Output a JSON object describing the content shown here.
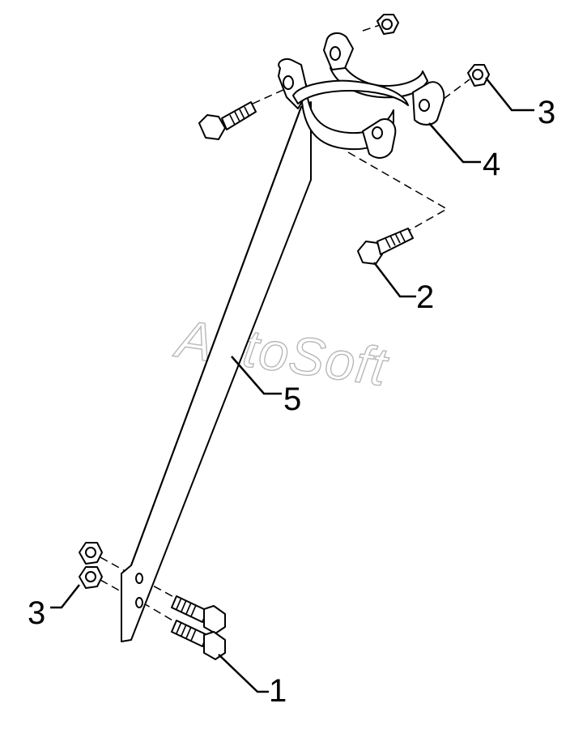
{
  "watermark": "AutoSoft",
  "callouts": [
    {
      "id": "bolt-bottom",
      "label": "1"
    },
    {
      "id": "bolt-clamp",
      "label": "2"
    },
    {
      "id": "nut-top",
      "label": "3"
    },
    {
      "id": "nut-bottom",
      "label": "3"
    },
    {
      "id": "clamp",
      "label": "4"
    },
    {
      "id": "bracket",
      "label": "5"
    }
  ]
}
